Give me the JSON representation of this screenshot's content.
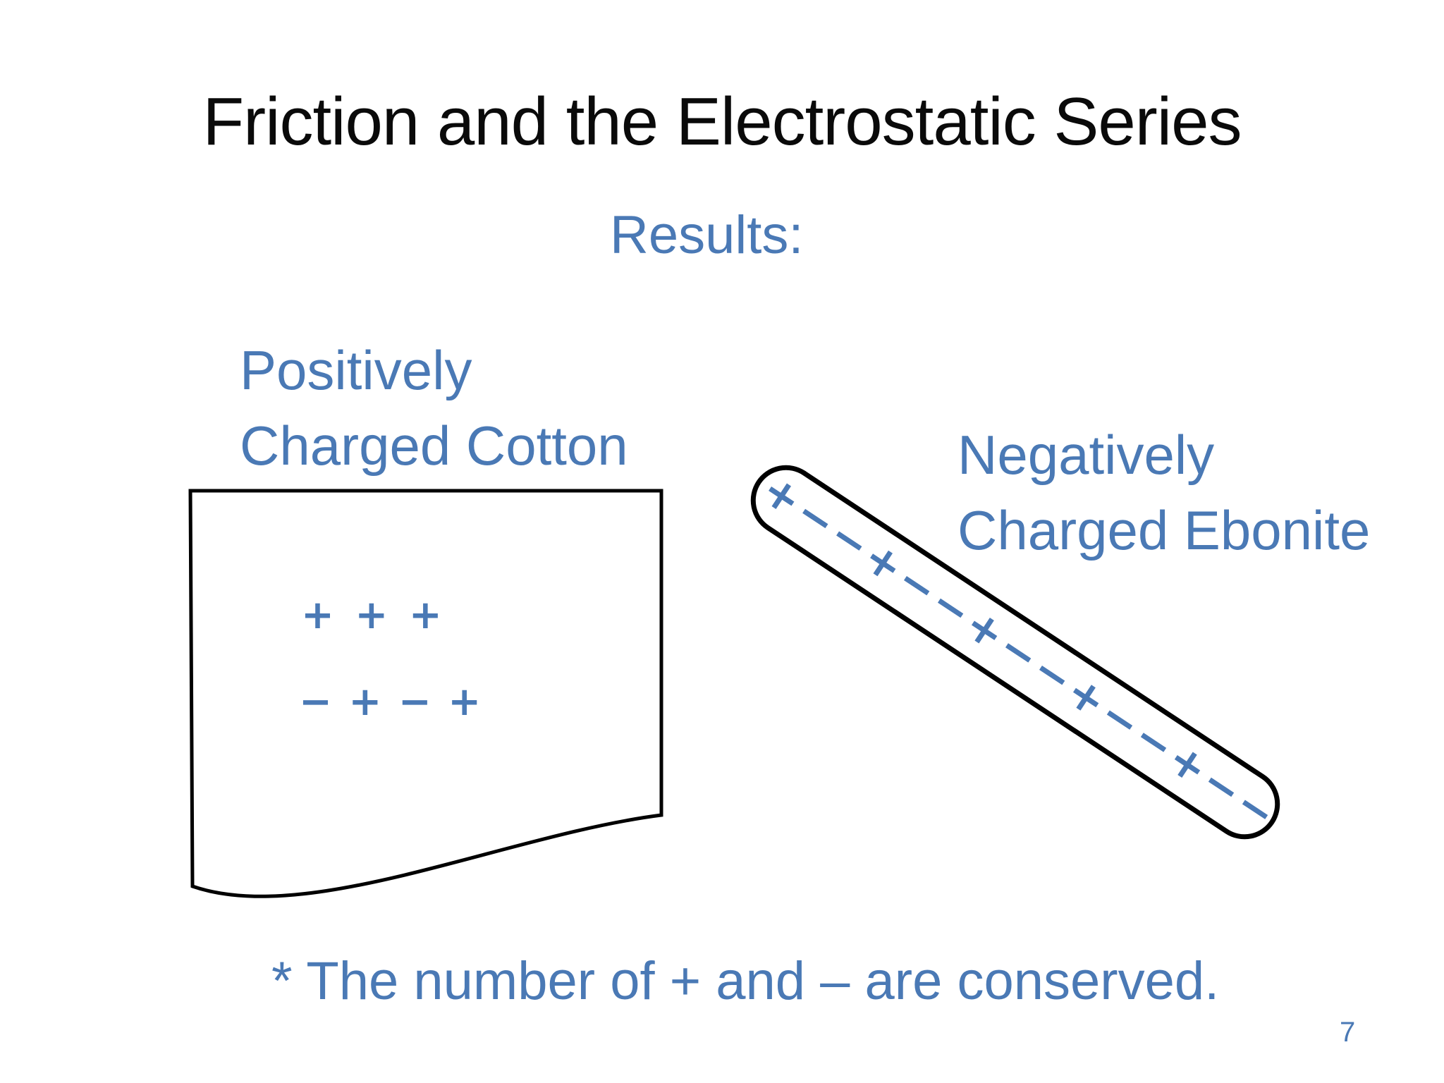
{
  "slide": {
    "title": "Friction and the Electrostatic Series",
    "subtitle": "Results:",
    "cotton": {
      "label_line1": "Positively",
      "label_line2": "Charged Cotton",
      "charges_row1": "+ + +",
      "charges_row2": "− + − +"
    },
    "ebonite": {
      "label_line1": "Negatively",
      "label_line2": "Charged Ebonite",
      "charges": "+ − − + − − + − − + − − + − −"
    },
    "footnote": "* The number of + and – are conserved.",
    "page_number": "7",
    "colors": {
      "accent_blue": "#4a79b5",
      "title_black": "#0a0a0a",
      "outline_black": "#000000"
    }
  }
}
